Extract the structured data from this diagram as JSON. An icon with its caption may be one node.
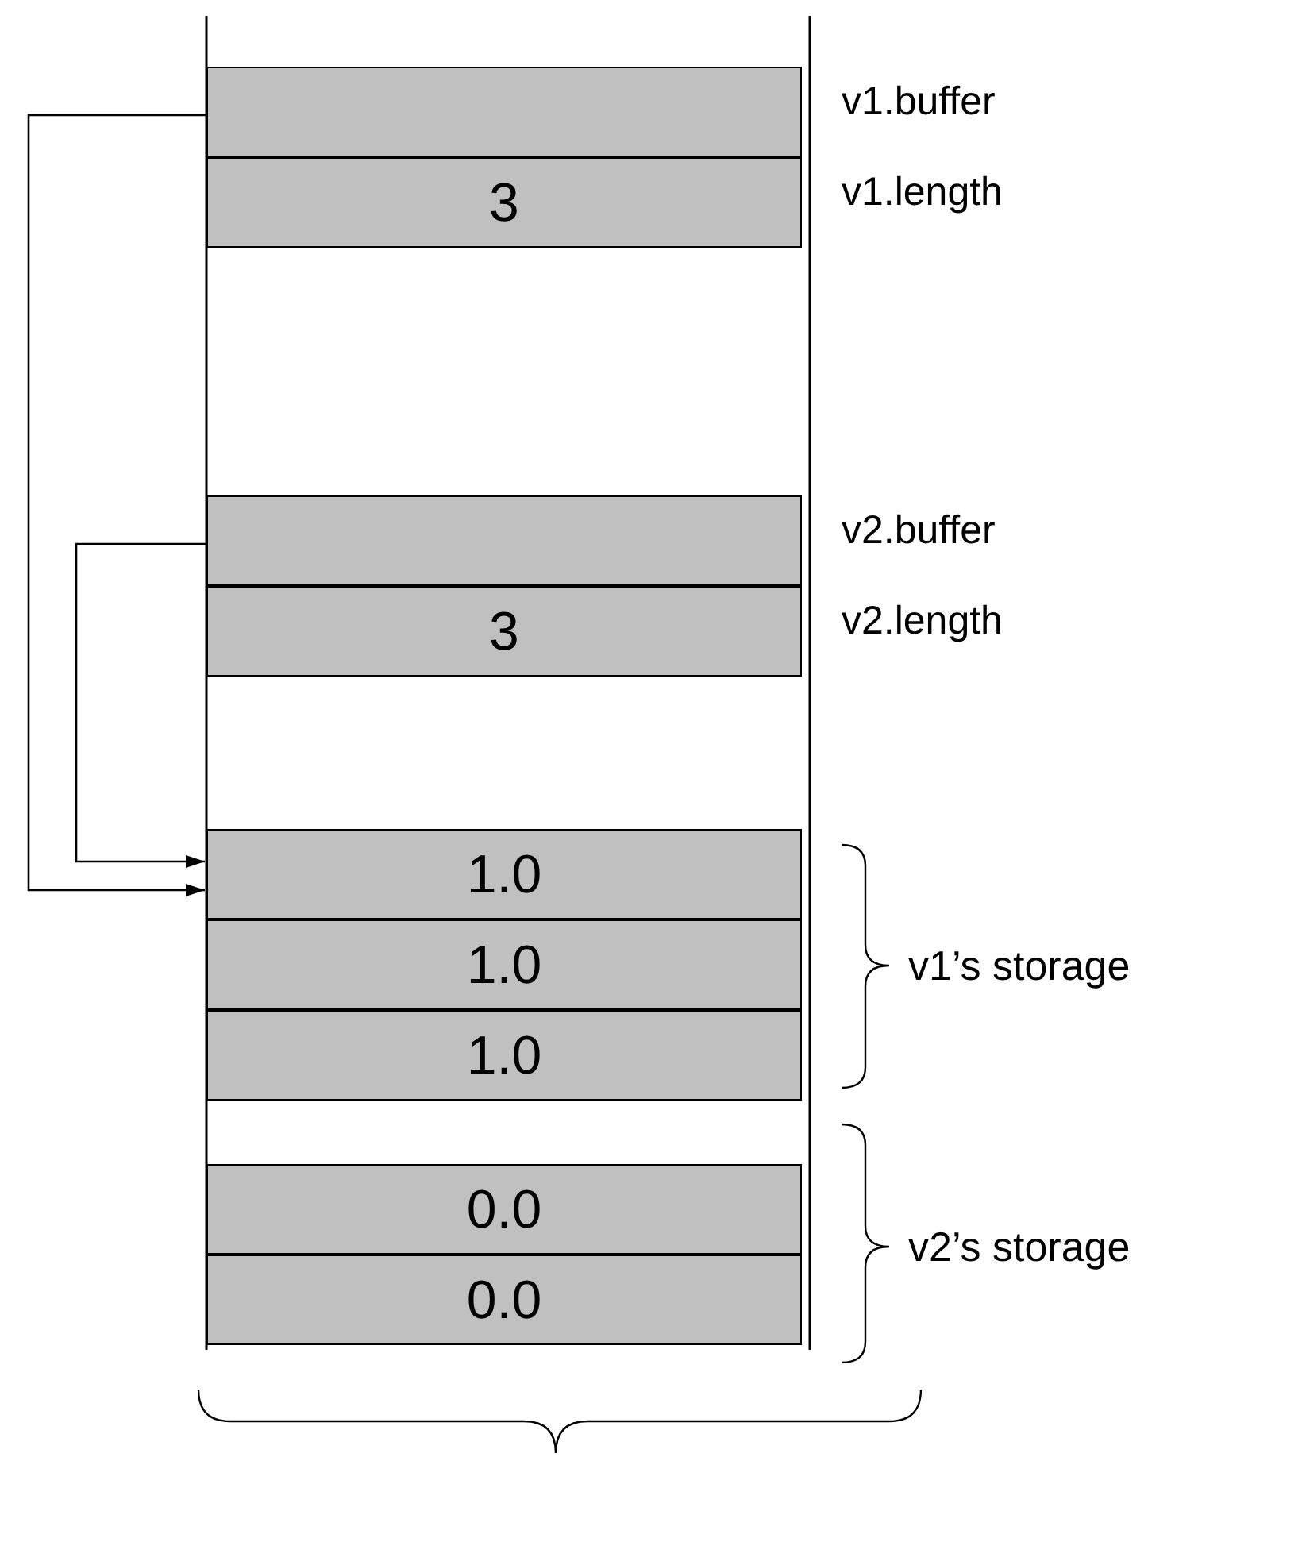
{
  "diagram": {
    "nodes": [
      {
        "text": [],
        "shape": "box",
        "beside": [
          "v1.buffer"
        ]
      },
      {
        "text": [
          "3"
        ],
        "beside": [
          "v1.length"
        ]
      },
      {
        "text": [],
        "shape": "box",
        "beside": [
          "v2.buffer"
        ]
      },
      {
        "text": [
          "3"
        ],
        "beside": [
          "v2.length"
        ]
      },
      {
        "text": [
          "1.0"
        ]
      },
      {
        "text": [
          "1.0"
        ]
      },
      {
        "text": [
          "1.0"
        ]
      },
      {
        "text": [
          "0.0"
        ]
      },
      {
        "text": [
          "0.0"
        ]
      }
    ],
    "edges": [
      {
        "from": 0,
        "to": 4,
        "arrow": "to"
      },
      {
        "from": 2,
        "to": 4,
        "arrow": "to"
      }
    ],
    "labels": [
      "v1’s storage",
      "v2’s storage"
    ]
  }
}
